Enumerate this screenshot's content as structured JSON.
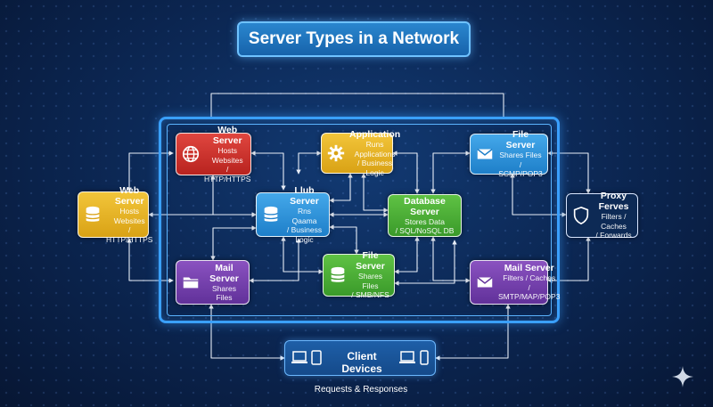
{
  "title": "Server Types in a Network",
  "nodes": {
    "web_top": {
      "title": "Web Server",
      "line1": "Hosts Websites",
      "line2": "/ HTTP/HTTPS",
      "icon": "globe-icon",
      "color": "#c9302c"
    },
    "app": {
      "title": "Application",
      "line1": "Runs Applications",
      "line2": "/ Business Logic",
      "icon": "gear-icon",
      "color": "#e8b21f"
    },
    "file_top": {
      "title": "File Server",
      "line1": "Shares Files",
      "line2": "/ SCMP/POP3",
      "icon": "envelope-icon",
      "color": "#2d93e0"
    },
    "web_left": {
      "title": "Web Server",
      "line1": "Hosts Websites",
      "line2": "/ HTTP/HTTPS",
      "icon": "database-icon",
      "color": "#e8b21f"
    },
    "hub": {
      "title": "Llub Server",
      "line1": "Rns Qaama",
      "line2": "/ Business Logic",
      "icon": "database-icon",
      "color": "#2d93e0"
    },
    "database": {
      "title": "Database Server",
      "line1": "Stores Data",
      "line2": "/ SQL/NoSQL DB",
      "icon": "",
      "color": "#4aad35"
    },
    "proxy": {
      "title": "Proxy Ferves",
      "line1": "Filters / Caches",
      "line2": "/ Forwards",
      "icon": "shield-icon",
      "color": "#0d2a55"
    },
    "mail_left": {
      "title": "Mail Server",
      "line1": "Shares Files",
      "line2": "",
      "icon": "folder-icon",
      "color": "#7b45b3"
    },
    "file_mid": {
      "title": "File Server",
      "line1": "Shares Files",
      "line2": "/ SMB/NFS",
      "icon": "database-icon",
      "color": "#4aad35"
    },
    "mail_right": {
      "title": "Mail Server",
      "line1": "Filters / Caches",
      "line2": "/ SMTP/MAP/POP3",
      "icon": "envelope-icon",
      "color": "#7b45b3"
    }
  },
  "client": {
    "label": "Client Devices",
    "icons": [
      "laptop-icon",
      "tablet-icon",
      "laptop-icon",
      "phone-icon"
    ]
  },
  "footer": "Requests & Responses",
  "colors": {
    "background": "#0b2550",
    "frame": "#3aa0ff",
    "connector": "#e8eef8"
  }
}
